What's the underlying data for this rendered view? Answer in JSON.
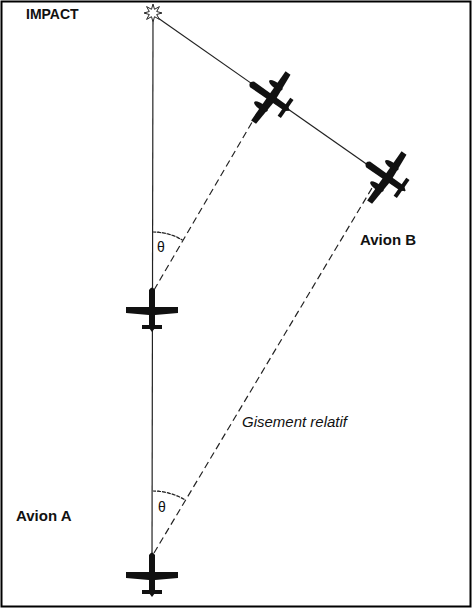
{
  "diagram": {
    "labels": [
      "IMPACT",
      "θ",
      "Avion B",
      "θ",
      "Gisement relatif",
      "Avion A"
    ]
  }
}
